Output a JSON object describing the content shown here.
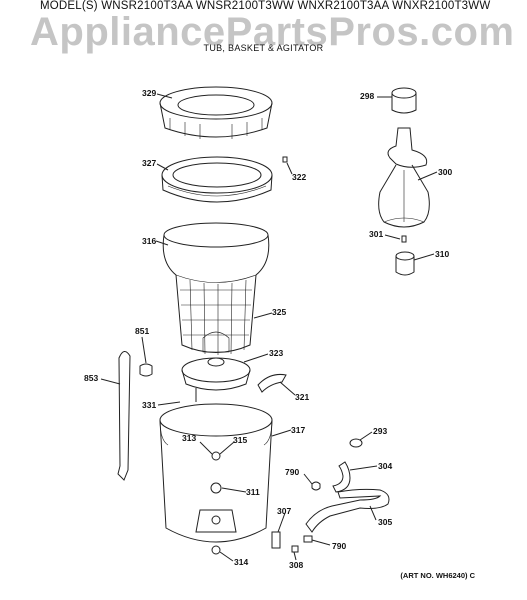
{
  "header": {
    "models": "MODEL(S) WNSR2100T3AA  WNSR2100T3WW  WNXR2100T3AA  WNXR2100T3WW",
    "watermark": "AppliancePartsPros.com",
    "subtitle": "TUB, BASKET & AGITATOR"
  },
  "footer": {
    "art_number": "(ART NO. WH6240) C"
  },
  "callouts": [
    {
      "id": "329",
      "text": "329"
    },
    {
      "id": "327",
      "text": "327"
    },
    {
      "id": "322",
      "text": "322"
    },
    {
      "id": "316",
      "text": "316"
    },
    {
      "id": "325",
      "text": "325"
    },
    {
      "id": "851",
      "text": "851"
    },
    {
      "id": "323",
      "text": "323"
    },
    {
      "id": "853",
      "text": "853"
    },
    {
      "id": "321",
      "text": "321"
    },
    {
      "id": "331",
      "text": "331"
    },
    {
      "id": "317",
      "text": "317"
    },
    {
      "id": "313",
      "text": "313"
    },
    {
      "id": "315",
      "text": "315"
    },
    {
      "id": "293",
      "text": "293"
    },
    {
      "id": "790a",
      "text": "790"
    },
    {
      "id": "304",
      "text": "304"
    },
    {
      "id": "311",
      "text": "311"
    },
    {
      "id": "305",
      "text": "305"
    },
    {
      "id": "307",
      "text": "307"
    },
    {
      "id": "790b",
      "text": "790"
    },
    {
      "id": "314",
      "text": "314"
    },
    {
      "id": "308",
      "text": "308"
    },
    {
      "id": "298",
      "text": "298"
    },
    {
      "id": "300",
      "text": "300"
    },
    {
      "id": "301",
      "text": "301"
    },
    {
      "id": "310",
      "text": "310"
    }
  ]
}
